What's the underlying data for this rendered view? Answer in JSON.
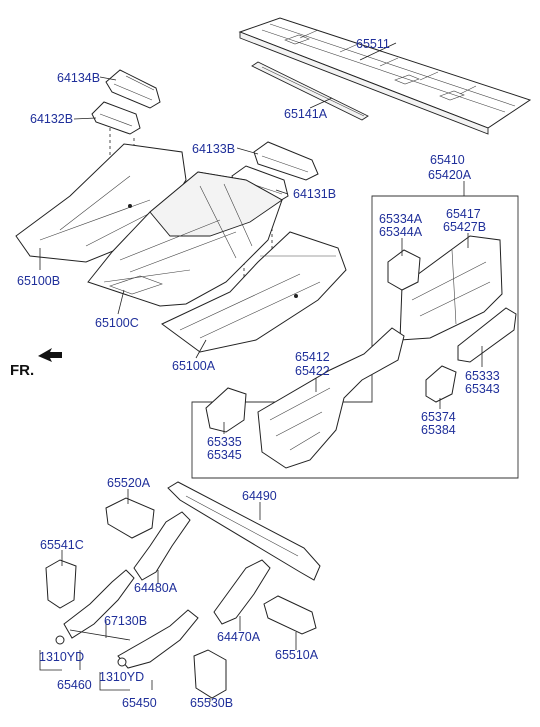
{
  "labels": {
    "p65511": "65511",
    "p65141A": "65141A",
    "p64134B": "64134B",
    "p64132B": "64132B",
    "p64133B": "64133B",
    "p64131B": "64131B",
    "p65100B": "65100B",
    "p65100C": "65100C",
    "p65100A": "65100A",
    "p65410": "65410",
    "p65420A": "65420A",
    "p65334A": "65334A",
    "p65344A": "65344A",
    "p65417": "65417",
    "p65427B": "65427B",
    "p65412": "65412",
    "p65422": "65422",
    "p65333": "65333",
    "p65343": "65343",
    "p65374": "65374",
    "p65384": "65384",
    "p65335": "65335",
    "p65345": "65345",
    "p65520A": "65520A",
    "p64490": "64490",
    "p65541C": "65541C",
    "p64480A": "64480A",
    "p67130B": "67130B",
    "p64470A": "64470A",
    "p65510A": "65510A",
    "p1310YD_a": "1310YD",
    "p1310YD_b": "1310YD",
    "p65460": "65460",
    "p65450": "65450",
    "p65530B": "65530B",
    "front": "FR."
  },
  "colors": {
    "callout": "#1f2f9a",
    "outline": "#222222"
  },
  "icons": {
    "front_direction": "arrow-icon"
  }
}
